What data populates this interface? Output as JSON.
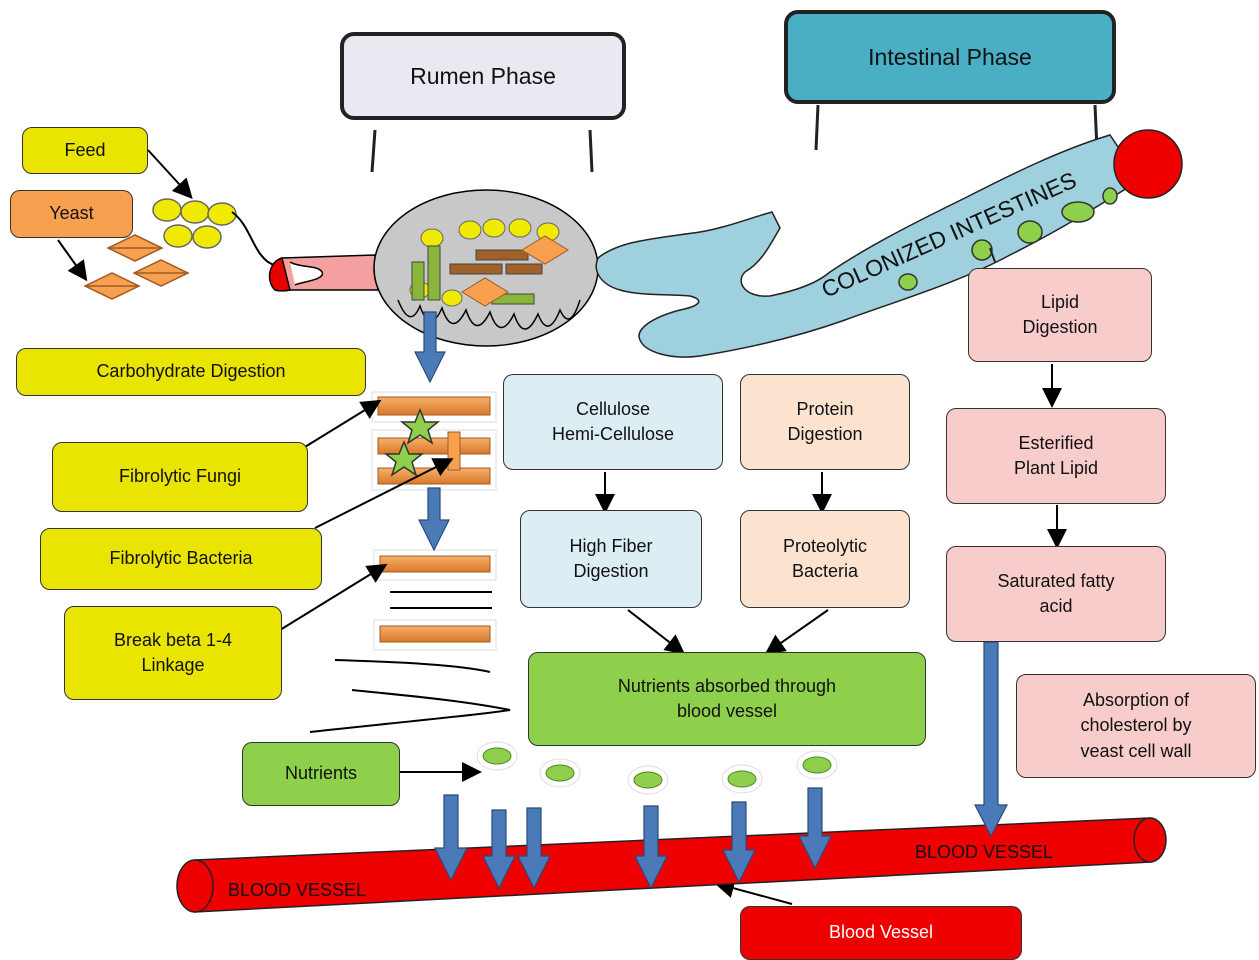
{
  "phases": {
    "rumen": "Rumen Phase",
    "intestinal": "Intestinal Phase"
  },
  "inputs": {
    "feed": "Feed",
    "yeast": "Yeast"
  },
  "rumen_labels": {
    "carbohydrate": "Carbohydrate Digestion",
    "fungi": "Fibrolytic Fungi",
    "bacteria": "Fibrolytic Bacteria",
    "break_linkage": "Break beta 1-4\nLinkage",
    "nutrients": "Nutrients"
  },
  "digestion": {
    "cellulose": "Cellulose\nHemi-Cellulose",
    "high_fiber": "High Fiber\nDigestion",
    "protein": "Protein\nDigestion",
    "proteolytic": "Proteolytic\nBacteria",
    "absorbed": "Nutrients absorbed through\nblood vessel"
  },
  "lipid": {
    "lipid_digestion": "Lipid\nDigestion",
    "esterified": "Esterified\nPlant Lipid",
    "saturated": "Saturated fatty\nacid",
    "cholesterol": "Absorption of\ncholesterol by\nveast cell wall"
  },
  "intestine_label": "COLONIZED INTESTINES",
  "vessel": {
    "left_label": "BLOOD VESSEL",
    "right_label": "BLOOD VESSEL",
    "box_label": "Blood Vessel"
  },
  "colors": {
    "yellow": "#e9e400",
    "orange": "#f7a050",
    "green": "#8ecf4c",
    "pink": "#f9cccc",
    "teal": "#4aaec4",
    "red": "#ee0000",
    "arrow_blue": "#4a7ab8",
    "intestine_blue": "#9fd0de"
  }
}
